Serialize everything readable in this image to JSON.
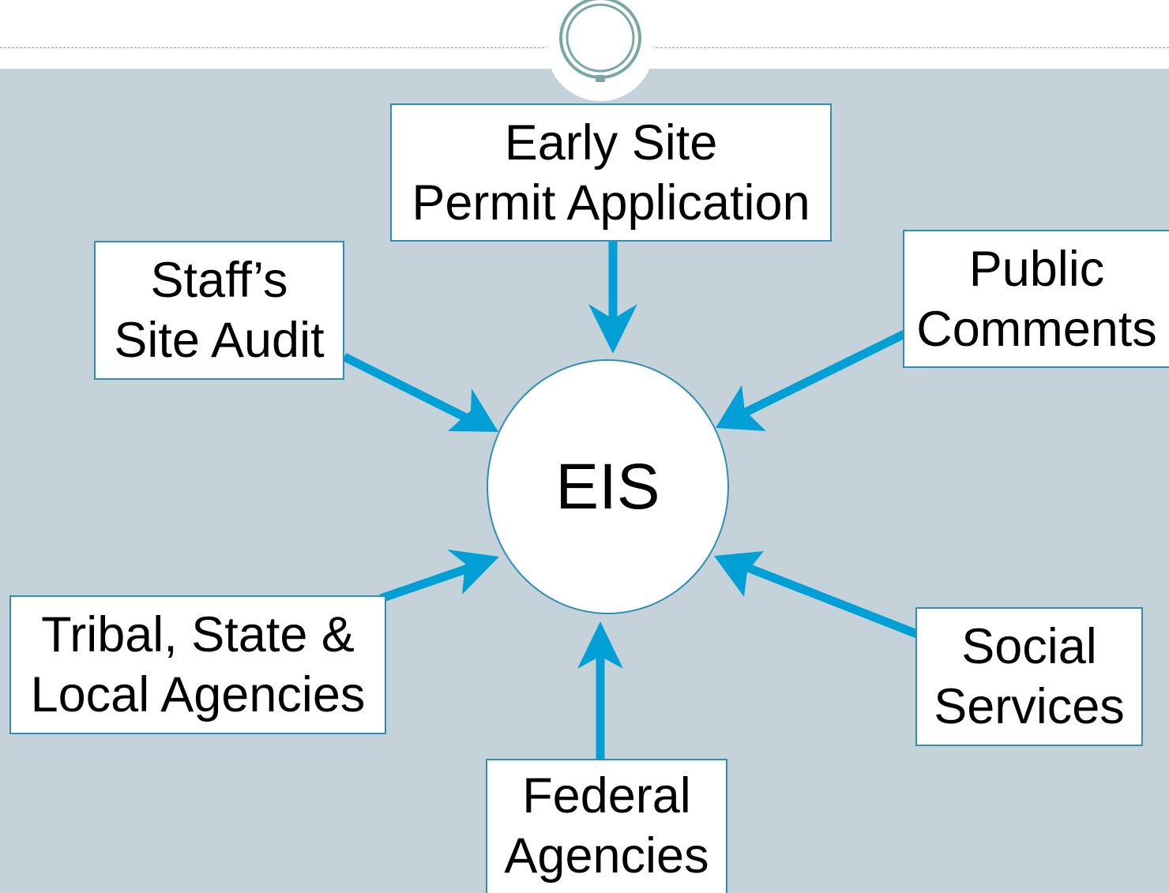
{
  "colors": {
    "panel_background": "#c5d2d9",
    "arrow": "#00a0d6",
    "box_border": "#2e8fb6",
    "ornament": "#7aa7a5"
  },
  "icons": {
    "header_ornament": "ring-ornament-icon"
  },
  "diagram": {
    "center": {
      "label": "EIS"
    },
    "inputs": {
      "early_site": {
        "line1": "Early Site",
        "line2": "Permit Application"
      },
      "staff_audit": {
        "line1": "Staff’s",
        "line2": "Site Audit"
      },
      "public_comments": {
        "line1": "Public",
        "line2": "Comments"
      },
      "tribal_agencies": {
        "line1": "Tribal, State &",
        "line2": "Local Agencies"
      },
      "social_services": {
        "line1": "Social",
        "line2": "Services"
      },
      "federal_agencies": {
        "line1": "Federal",
        "line2": "Agencies"
      }
    },
    "edges": [
      {
        "from": "Early Site Permit Application",
        "to": "EIS"
      },
      {
        "from": "Staff’s Site Audit",
        "to": "EIS"
      },
      {
        "from": "Public Comments",
        "to": "EIS"
      },
      {
        "from": "Tribal, State & Local Agencies",
        "to": "EIS"
      },
      {
        "from": "Social Services",
        "to": "EIS"
      },
      {
        "from": "Federal Agencies",
        "to": "EIS"
      }
    ]
  }
}
